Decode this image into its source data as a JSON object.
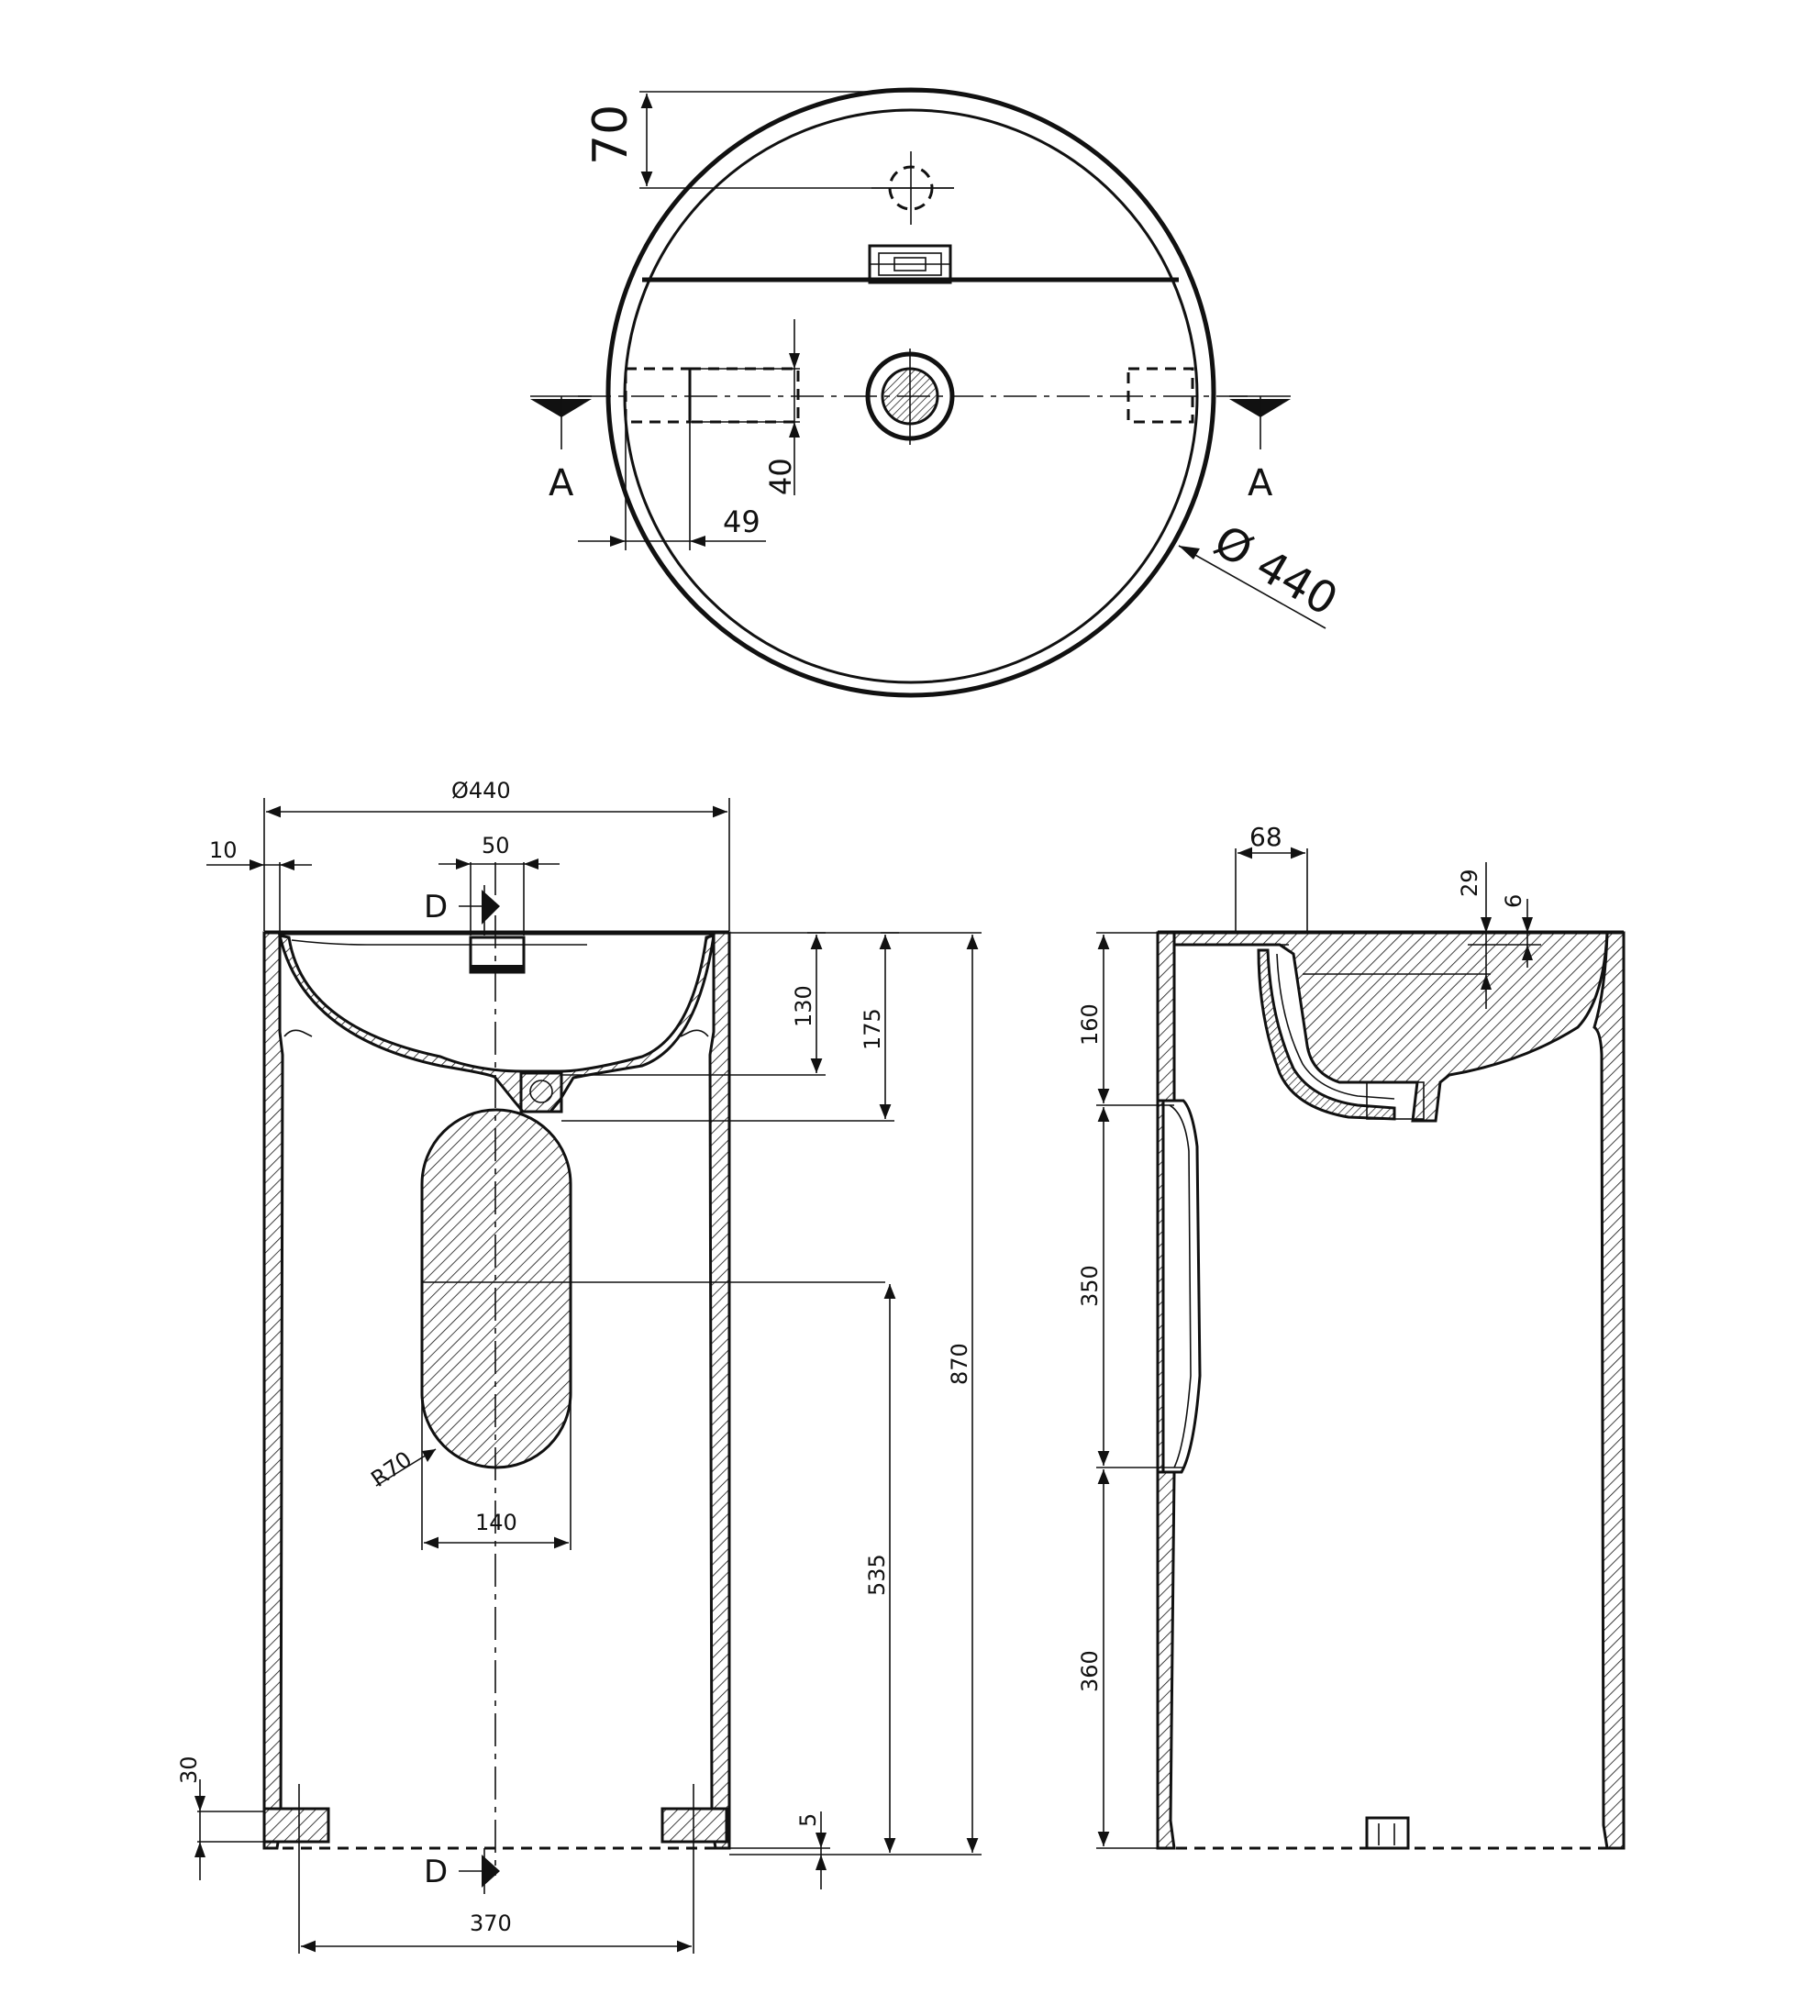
{
  "top_view": {
    "dim_rim_offset": "70",
    "dim_outlet_width": "40",
    "dim_outlet_depth": "49",
    "dim_diameter": "Ø 440",
    "section_mark_left": "A",
    "section_mark_right": "A"
  },
  "front_view": {
    "dim_diameter": "Ø440",
    "dim_wall": "10",
    "dim_spout": "50",
    "section_mark_top": "D",
    "section_mark_bottom": "D",
    "dim_bowl_depth": "130",
    "dim_bowl_outer": "175",
    "dim_total_height": "870",
    "dim_lower": "535",
    "dim_radius": "R70",
    "dim_oval_width": "140",
    "dim_foot": "30",
    "dim_gap": "5",
    "dim_foot_span": "370"
  },
  "side_view": {
    "dim_overflow": "68",
    "dim_rim_29": "29",
    "dim_rim_6": "6",
    "dim_top": "160",
    "dim_recess": "350",
    "dim_bottom": "360"
  }
}
